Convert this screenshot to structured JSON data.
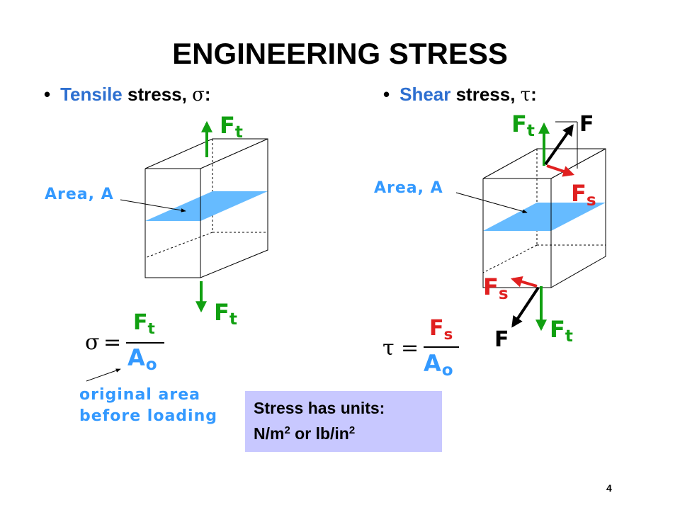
{
  "title": "ENGINEERING STRESS",
  "tensile": {
    "bullet_key": "Tensile",
    "bullet_rest": " stress, ",
    "symbol": "σ",
    "colon": ":",
    "area_label": "Area, A",
    "force_base": "F",
    "force_sub": "t",
    "formula": {
      "lhs": "σ",
      "equals": "=",
      "num_base": "F",
      "num_sub": "t",
      "den_base": "A",
      "den_sub": "o"
    },
    "note_line1": "original area",
    "note_line2": "before loading"
  },
  "shear": {
    "bullet_key": "Shear",
    "bullet_rest": " stress, ",
    "symbol": "τ",
    "colon": ":",
    "area_label": "Area, A",
    "ft_base": "F",
    "ft_sub": "t",
    "f_label": "F",
    "fs_base": "F",
    "fs_sub": "s",
    "formula": {
      "lhs": "τ",
      "equals": "=",
      "num_base": "F",
      "num_sub": "s",
      "den_base": "A",
      "den_sub": "o"
    }
  },
  "units": {
    "line1": "Stress has units:",
    "line2_a": "N/m",
    "line2_sup1": "2",
    "line2_b": " or lb/in",
    "line2_sup2": "2"
  },
  "page_number": "4",
  "colors": {
    "blue_text": "#3399ff",
    "key_blue": "#2d6fd0",
    "green_arrow": "#11a011",
    "red_arrow": "#e02020",
    "plane_fill": "#66bbff",
    "units_box": "#c8c8ff"
  }
}
